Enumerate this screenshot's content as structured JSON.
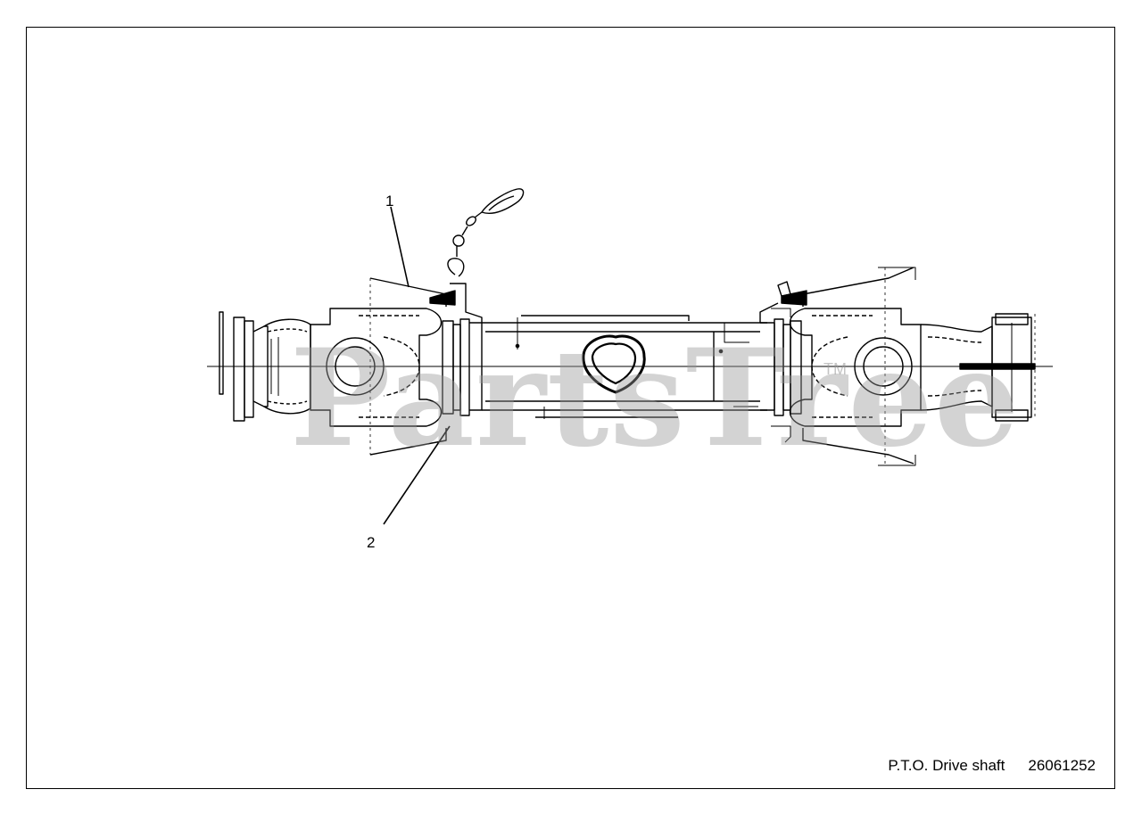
{
  "callouts": [
    {
      "label": "1"
    },
    {
      "label": "2"
    }
  ],
  "caption": {
    "title": "P.T.O. Drive shaft",
    "part_number": "26061252"
  },
  "watermark": {
    "text": "PartsTree",
    "trademark": "TM"
  }
}
